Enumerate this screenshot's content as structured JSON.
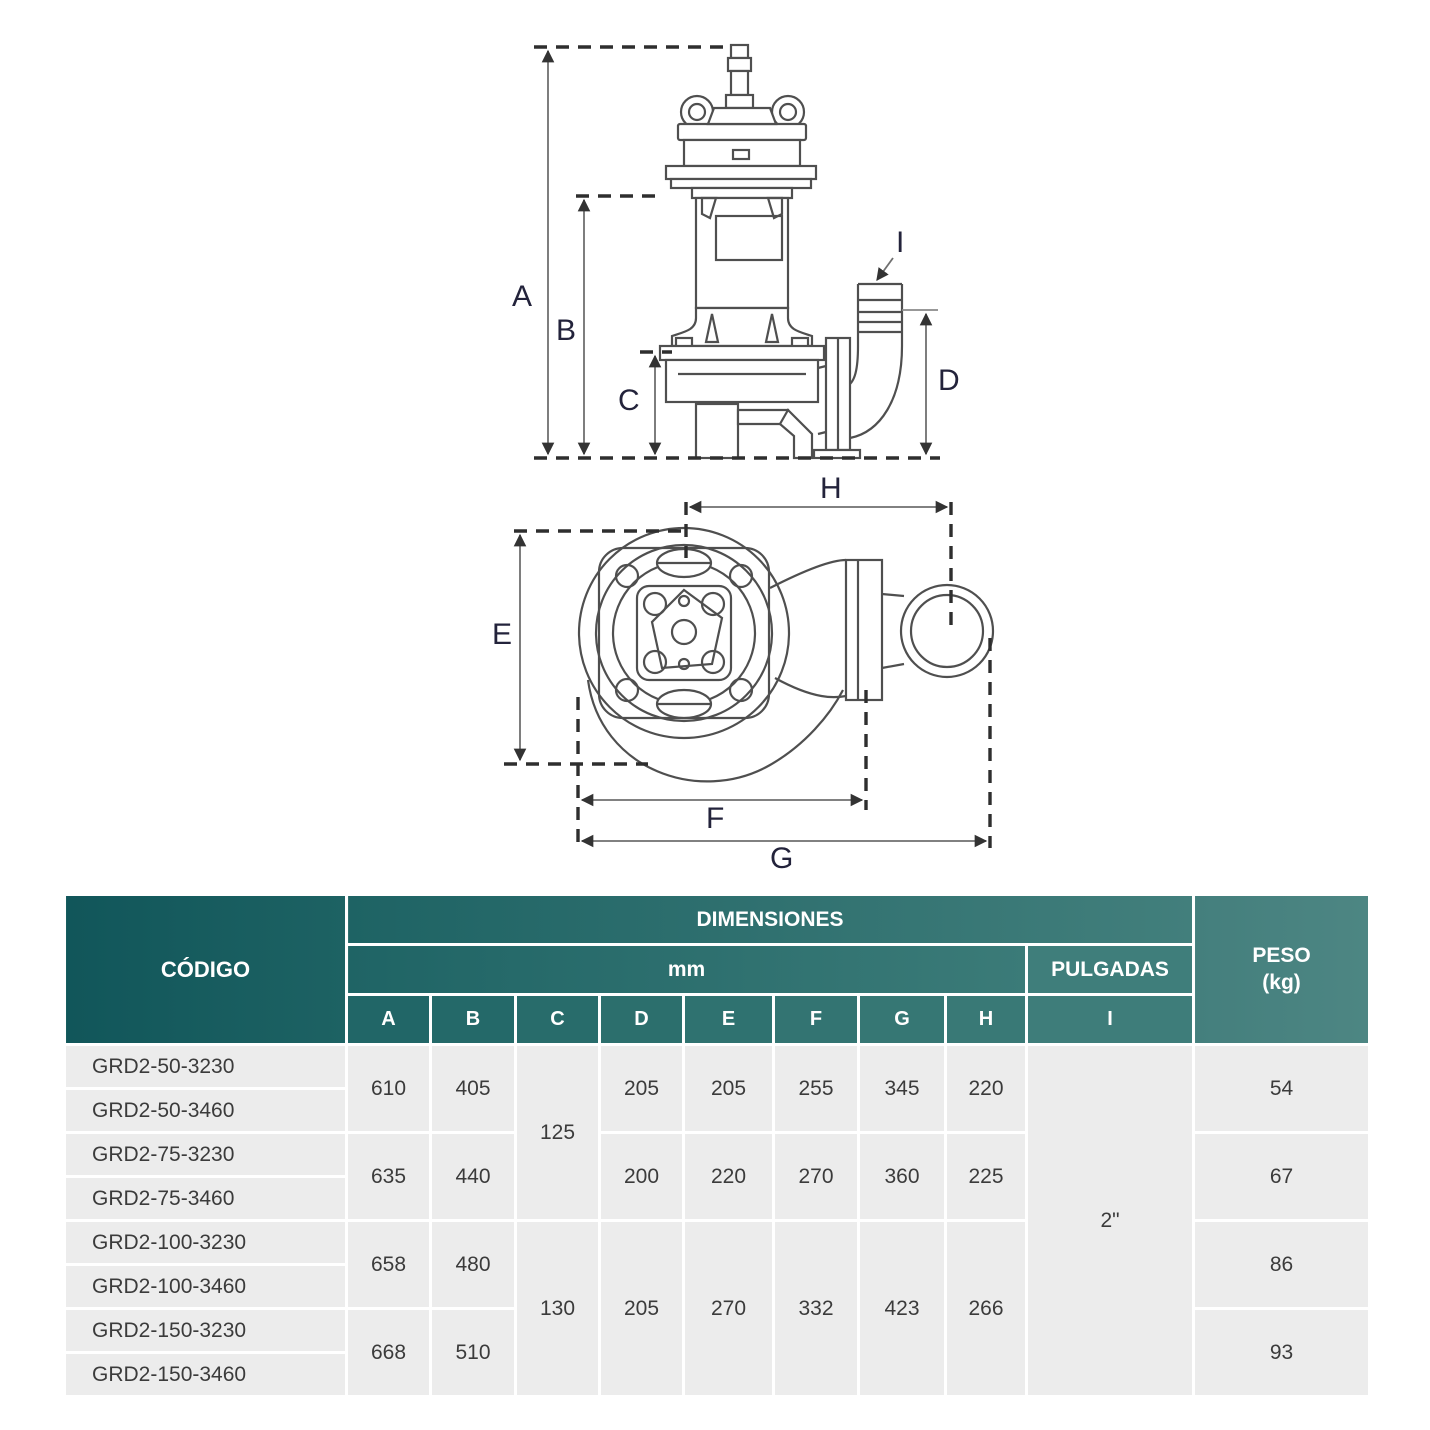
{
  "diagram": {
    "labels": {
      "A": "A",
      "B": "B",
      "C": "C",
      "D": "D",
      "E": "E",
      "F": "F",
      "G": "G",
      "H": "H",
      "I": "I"
    }
  },
  "table": {
    "header": {
      "codigo": "CÓDIGO",
      "dimensiones": "DIMENSIONES",
      "mm": "mm",
      "pulgadas": "PULGADAS",
      "peso_line1": "PESO",
      "peso_line2": "(kg)"
    },
    "letters": [
      "A",
      "B",
      "C",
      "D",
      "E",
      "F",
      "G",
      "H",
      "I"
    ],
    "codes": [
      "GRD2-50-3230",
      "GRD2-50-3460",
      "GRD2-75-3230",
      "GRD2-75-3460",
      "GRD2-100-3230",
      "GRD2-100-3460",
      "GRD2-150-3230",
      "GRD2-150-3460"
    ],
    "values": {
      "g12": {
        "A": "610",
        "B": "405",
        "D": "205",
        "E": "205",
        "F": "255",
        "G": "345",
        "H": "220",
        "peso": "54"
      },
      "g34": {
        "A": "635",
        "B": "440",
        "D": "200",
        "E": "220",
        "F": "270",
        "G": "360",
        "H": "225",
        "peso": "67"
      },
      "g56": {
        "A": "658",
        "B": "480",
        "peso": "86"
      },
      "g78": {
        "A": "668",
        "B": "510",
        "peso": "93"
      },
      "c_top": "125",
      "c_bottom": "130",
      "d_bottom": "205",
      "e_bottom": "270",
      "f_bottom": "332",
      "g_bottom": "423",
      "h_bottom": "266",
      "i_all": "2\""
    }
  },
  "colors": {
    "header_dark": "#14595c",
    "header_light": "#4c8582",
    "body_cell": "#ececec",
    "body_text": "#3b3b3b",
    "label_navy": "#23233b",
    "line_gray": "#4f4f4f"
  }
}
